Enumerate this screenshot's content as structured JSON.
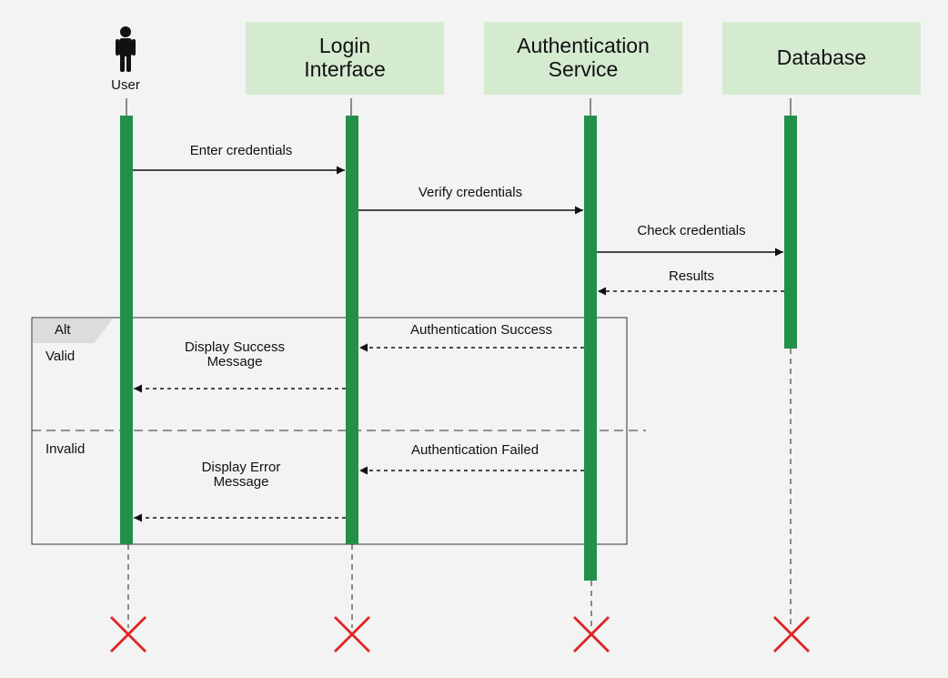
{
  "participants": {
    "user": "User",
    "login": "Login\nInterface",
    "auth": "Authentication\nService",
    "db": "Database"
  },
  "messages": {
    "enter_credentials": "Enter credentials",
    "verify_credentials": "Verify credentials",
    "check_credentials": "Check credentials",
    "results": "Results",
    "auth_success": "Authentication Success",
    "display_success": "Display Success\nMessage",
    "auth_failed": "Authentication Failed",
    "display_error": "Display Error\nMessage"
  },
  "fragment": {
    "operator": "Alt",
    "guard_valid": "Valid",
    "guard_invalid": "Invalid"
  },
  "colors": {
    "background": "#f3f3f3",
    "header_fill": "#d5ebd0",
    "activation": "#23904a",
    "destroy": "#e02525",
    "arrow": "#111111"
  }
}
